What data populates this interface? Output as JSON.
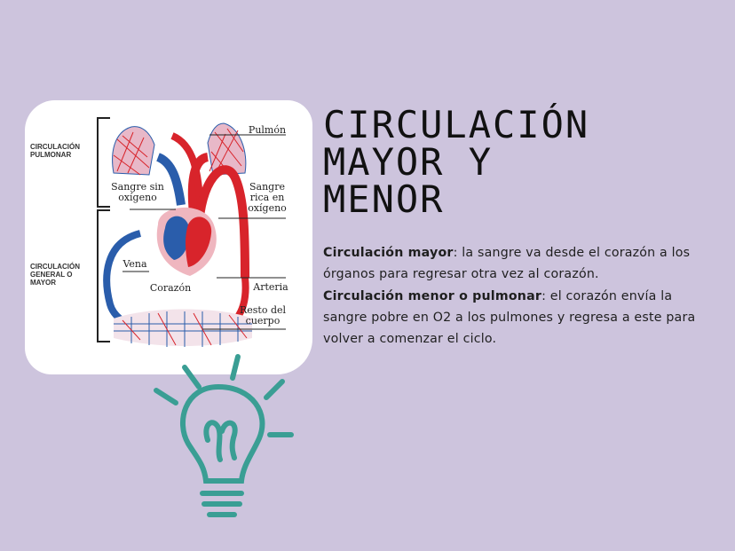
{
  "title": {
    "lines": [
      "CIRCULACIÓN",
      "MAYOR Y",
      "MENOR"
    ]
  },
  "paragraphs": [
    {
      "bold": "Circulación mayor",
      "text": ": la sangre va desde el corazón a los órganos para regresar otra vez al corazón."
    },
    {
      "bold": "Circulación menor o pulmonar",
      "text": ": el corazón envía la sangre pobre en O2 a los pulmones y regresa a este para volver a comenzar el ciclo."
    }
  ],
  "diagram": {
    "labels": {
      "pulmonar": "CIRCULACIÓN PULMONAR",
      "general": "CIRCULACIÓN GENERAL O MAYOR",
      "pulmon": "Pulmón",
      "sangre_sin": "Sangre sin oxígeno",
      "sangre_rica": "Sangre rica en oxígeno",
      "vena": "Vena",
      "corazon": "Corazón",
      "arteria": "Arteria",
      "resto": "Resto del cuerpo"
    }
  },
  "colors": {
    "background": "#cdc4dd",
    "card": "#ffffff",
    "artery_red": "#d8242b",
    "vein_blue": "#2a5dab",
    "bulb_teal": "#3a9e94"
  },
  "icons": {
    "bulb": "lightbulb-icon"
  }
}
